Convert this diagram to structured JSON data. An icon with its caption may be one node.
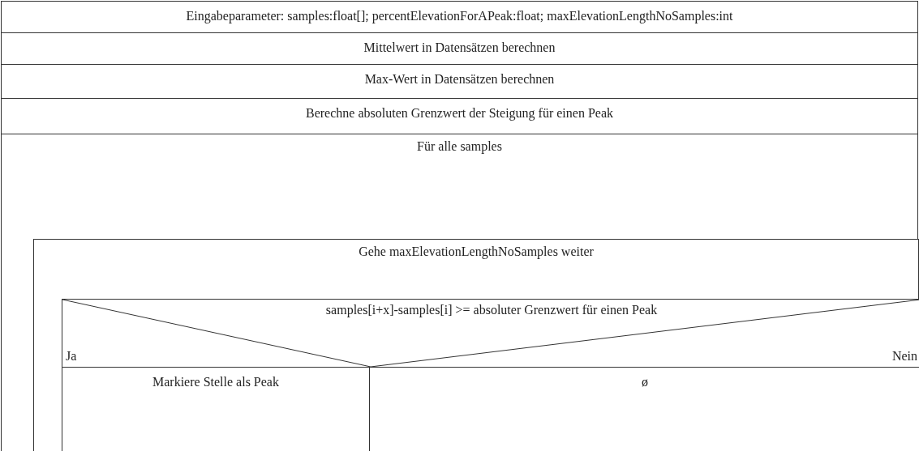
{
  "diagram": {
    "nodes": [
      {
        "text": [
          "Eingabeparameter: samples:float[]; percentElevationForAPeak:float; maxElevationLengthNoSamples:int"
        ]
      },
      {
        "text": [
          "Mittelwert in Datensätzen berechnen"
        ]
      },
      {
        "text": [
          "Max-Wert in Datensätzen berechnen"
        ]
      },
      {
        "text": [
          "Berechne absoluten Grenzwert der Steigung für einen Peak"
        ]
      },
      {
        "text": [
          "Für alle samples"
        ]
      },
      {
        "text": [
          "Gehe maxElevationLengthNoSamples weiter"
        ],
        "in": 4
      },
      {
        "text": [
          "samples[i+x]-samples[i] >= absoluter Grenzwert für einen Peak",
          "Ja",
          "Nein"
        ],
        "in": 5
      },
      {
        "text": [
          "Markiere Stelle als Peak"
        ],
        "in": 5
      },
      {
        "text": [
          "ø"
        ],
        "in": 5
      }
    ]
  }
}
